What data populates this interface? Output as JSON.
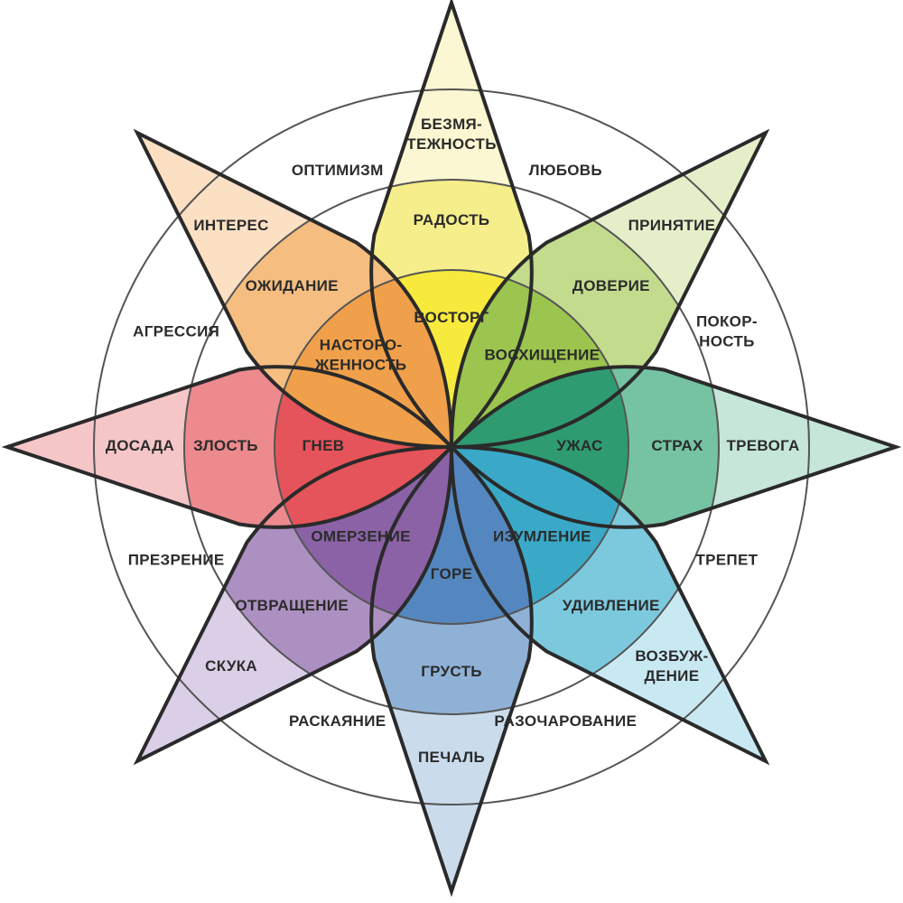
{
  "petals": [
    {
      "angle": 0,
      "colors": [
        "#f7ea3c",
        "#f6ee8a",
        "#fbf7d2"
      ],
      "labels": [
        [
          "ВОСТОРГ"
        ],
        [
          "РАДОСТЬ"
        ],
        [
          "БЕЗМЯ-",
          "ТЕЖНОСТЬ"
        ]
      ]
    },
    {
      "angle": 45,
      "colors": [
        "#9bc54e",
        "#c3db8d",
        "#e4efca"
      ],
      "labels": [
        [
          "ВОСХИЩЕНИЕ"
        ],
        [
          "ДОВЕРИЕ"
        ],
        [
          "ПРИНЯТИЕ"
        ]
      ]
    },
    {
      "angle": 90,
      "colors": [
        "#2e9b71",
        "#75c3a2",
        "#c5e6d8"
      ],
      "labels": [
        [
          "УЖАС"
        ],
        [
          "СТРАХ"
        ],
        [
          "ТРЕВОГА"
        ]
      ]
    },
    {
      "angle": 135,
      "colors": [
        "#3aa9c8",
        "#7cc9de",
        "#c9e9f2"
      ],
      "labels": [
        [
          "ИЗУМЛЕНИЕ"
        ],
        [
          "УДИВЛЕНИЕ"
        ],
        [
          "ВОЗБУЖ-",
          "ДЕНИЕ"
        ]
      ]
    },
    {
      "angle": 180,
      "colors": [
        "#5487bf",
        "#8fb1d6",
        "#cadbec"
      ],
      "labels": [
        [
          "ГОРЕ"
        ],
        [
          "ГРУСТЬ"
        ],
        [
          "ПЕЧАЛЬ"
        ]
      ]
    },
    {
      "angle": 225,
      "colors": [
        "#8b62a6",
        "#ad90c2",
        "#dacfe6"
      ],
      "labels": [
        [
          "ОМЕРЗЕНИЕ"
        ],
        [
          "ОТВРАЩЕНИЕ"
        ],
        [
          "СКУКА"
        ]
      ]
    },
    {
      "angle": 270,
      "colors": [
        "#e5545a",
        "#ec8a8e",
        "#f5c6c7"
      ],
      "labels": [
        [
          "ГНЕВ"
        ],
        [
          "ЗЛОСТЬ"
        ],
        [
          "ДОСАДА"
        ]
      ]
    },
    {
      "angle": 315,
      "colors": [
        "#f0a04a",
        "#f5be80",
        "#fbe0c4"
      ],
      "labels": [
        [
          "НАСТОРО-",
          "ЖЕННОСТЬ"
        ],
        [
          "ОЖИДАНИЕ"
        ],
        [
          "ИНТЕРЕС"
        ]
      ]
    }
  ],
  "combinations": [
    {
      "angle": 22.5,
      "lines": [
        "ЛЮБОВЬ"
      ]
    },
    {
      "angle": 67.5,
      "lines": [
        "ПОКОР-",
        "НОСТЬ"
      ]
    },
    {
      "angle": 112.5,
      "lines": [
        "ТРЕПЕТ"
      ]
    },
    {
      "angle": 157.5,
      "lines": [
        "РАЗОЧАРОВАНИЕ"
      ]
    },
    {
      "angle": 202.5,
      "lines": [
        "РАСКАЯНИЕ"
      ]
    },
    {
      "angle": 247.5,
      "lines": [
        "ПРЕЗРЕНИЕ"
      ]
    },
    {
      "angle": 292.5,
      "lines": [
        "АГРЕССИЯ"
      ]
    },
    {
      "angle": 337.5,
      "lines": [
        "ОПТИМИЗМ"
      ]
    }
  ]
}
